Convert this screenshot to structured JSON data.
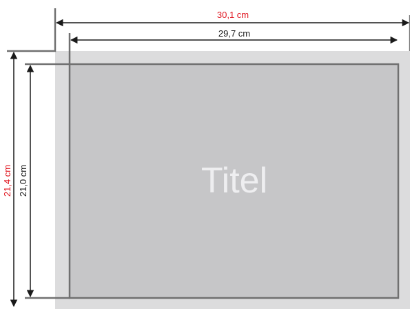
{
  "dimensions": {
    "outer_width": "30,1 cm",
    "inner_width": "29,7 cm",
    "outer_height": "21,4 cm",
    "inner_height": "21,0 cm"
  },
  "page": {
    "title": "Titel"
  },
  "colors": {
    "outer_dimension_text": "#e0141e",
    "inner_dimension_text": "#1a1a1a",
    "bleed_area": "#dcdcdd",
    "page_area": "#c6c6c8",
    "frame_stroke": "#707070",
    "title_text": "#eeeef0",
    "arrow": "#1a1a1a"
  }
}
